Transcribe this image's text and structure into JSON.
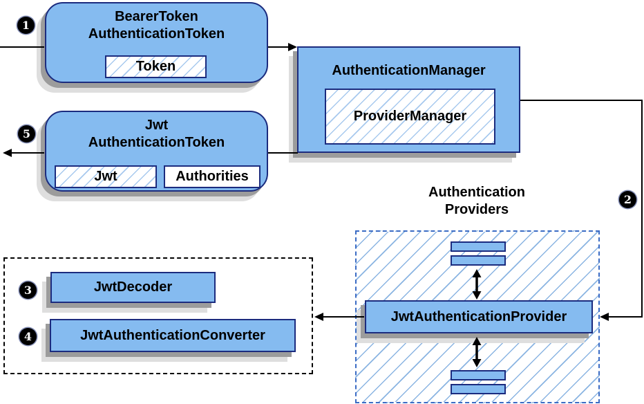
{
  "bearer_token_box": {
    "title_line1": "BearerToken",
    "title_line2": "AuthenticationToken",
    "inner_label": "Token"
  },
  "authentication_manager_box": {
    "title": "AuthenticationManager",
    "inner_label": "ProviderManager"
  },
  "jwt_authentication_token_box": {
    "title_line1": "Jwt",
    "title_line2": "AuthenticationToken",
    "inner_left_label": "Jwt",
    "inner_right_label": "Authorities"
  },
  "authentication_providers": {
    "label_line1": "Authentication",
    "label_line2": "Providers",
    "provider_label": "JwtAuthenticationProvider"
  },
  "decoder_group": {
    "decoder_label": "JwtDecoder",
    "converter_label": "JwtAuthenticationConverter"
  },
  "step_badges": {
    "step1": "1",
    "step2": "2",
    "step3": "3",
    "step4": "4",
    "step5": "5"
  },
  "colors": {
    "node_fill": "#85BBF0",
    "node_border": "#1b2b7e",
    "hatch_line_small": "#a7c9ee",
    "hatch_line_large": "#8ab4e2",
    "providers_dashed_border": "#3a6bc4",
    "group_dashed_border": "#000000",
    "shadow_dark": "#9c9c9c",
    "shadow_light": "#dedede",
    "arrow": "#000000",
    "badge_bg": "#000000",
    "badge_text": "#ffffff"
  }
}
